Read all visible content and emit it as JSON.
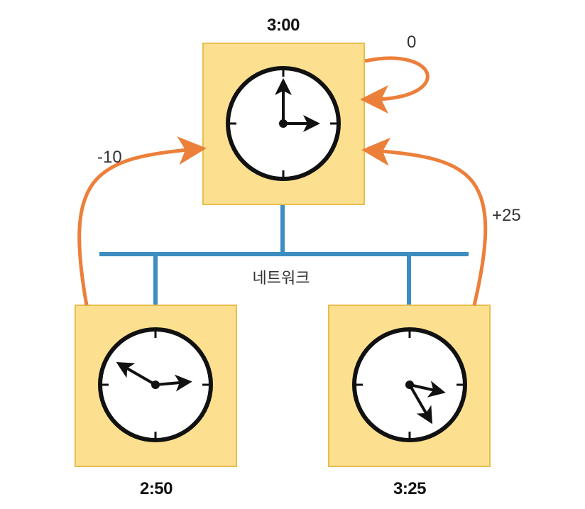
{
  "colors": {
    "box_fill": "#fce08f",
    "box_stroke": "#e8bd4e",
    "arrow": "#ec7f3a",
    "network": "#3d8dc2",
    "clock_stroke": "#111111"
  },
  "network": {
    "label": "네트워크"
  },
  "clocks": [
    {
      "id": "server",
      "time_label": "3:00",
      "hour": 3,
      "minute": 0
    },
    {
      "id": "left",
      "time_label": "2:50",
      "hour": 2,
      "minute": 50
    },
    {
      "id": "right",
      "time_label": "3:25",
      "hour": 3,
      "minute": 25
    }
  ],
  "offsets": {
    "self": "0",
    "left": "-10",
    "right": "+25"
  }
}
